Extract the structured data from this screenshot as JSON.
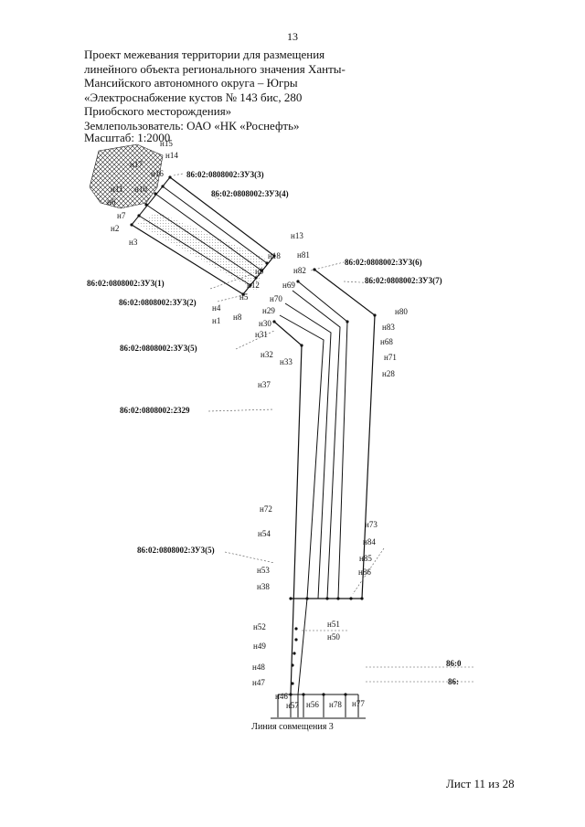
{
  "page_number": "13",
  "header": {
    "lines": [
      "Проект межевания территории для размещения",
      "линейного объекта регионального значения Ханты-",
      "Мансийского автономного округа – Югры",
      "«Электроснабжение кустов № 143 бис, 280",
      "Приобского месторождения»",
      "Землепользователь: ОАО «НК «Роснефть»"
    ],
    "scale": "Масштаб: 1:2000"
  },
  "cadastral": {
    "zu3_3": "86:02:0808002:ЗУ3(3)",
    "zu3_4": "86:02:0808002:ЗУ3(4)",
    "zu3_1": "86:02:0808002:ЗУ3(1)",
    "zu3_2": "86:02:0808002:ЗУ3(2)",
    "zu3_6": "86:02:0808002:ЗУ3(6)",
    "zu3_7": "86:02:0808002:ЗУ3(7)",
    "zu3_5a": "86:02:0808002:ЗУ3(5)",
    "p2329": "86:02:0808002:2329",
    "zu3_5b": "86:02:0808002:ЗУ3(5)",
    "cut1": "86:0",
    "cut2": "86:"
  },
  "points": {
    "n15": "н15",
    "n14": "н14",
    "n17": "н17",
    "n16": "н16",
    "n11": "н11",
    "n10": "н10",
    "n6": "н6",
    "n7": "н7",
    "n2": "н2",
    "n3": "н3",
    "n13": "н13",
    "n18": "н18",
    "n9": "н9",
    "n12": "н12",
    "n5": "н5",
    "n4": "н4",
    "n8": "н8",
    "n1": "н1",
    "n81": "н81",
    "n82": "н82",
    "n69": "н69",
    "n70": "н70",
    "n29": "н29",
    "n80": "н80",
    "n30": "н30",
    "n83": "н83",
    "n31": "н31",
    "n68": "н68",
    "n32": "н32",
    "n71": "н71",
    "n33": "н33",
    "n28": "н28",
    "n37": "н37",
    "n72": "н72",
    "n73": "н73",
    "n54": "н54",
    "n84": "н84",
    "n85": "н85",
    "n53": "н53",
    "n86": "н86",
    "n38": "н38",
    "n51": "н51",
    "n52": "н52",
    "n50": "н50",
    "n49": "н49",
    "n48": "н48",
    "n47": "н47",
    "n46": "н46",
    "n57": "н57",
    "n56": "н56",
    "n78": "н78",
    "n77": "н77"
  },
  "caption": "Линия совмещения 3",
  "sheet": "Лист 11 из 28"
}
